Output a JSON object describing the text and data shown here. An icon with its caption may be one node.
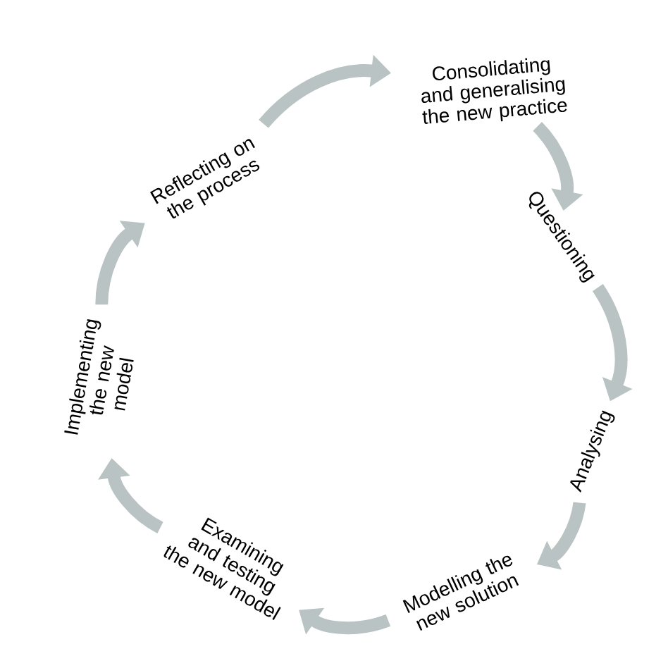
{
  "diagram": {
    "nodes": [
      {
        "text": [
          "Questioning"
        ]
      },
      {
        "text": [
          "Analysing"
        ]
      },
      {
        "text": [
          "Modelling the new solution"
        ]
      },
      {
        "text": [
          "Examining and testing the new model"
        ]
      },
      {
        "text": [
          "Implementing the new model"
        ]
      },
      {
        "text": [
          "Reflecting on the process"
        ]
      },
      {
        "text": [
          "Consolidating and generalising the new practice"
        ]
      }
    ],
    "edges": [
      {
        "from": 0,
        "to": 1,
        "arrow": "to"
      },
      {
        "from": 1,
        "to": 2,
        "arrow": "to"
      },
      {
        "from": 2,
        "to": 3,
        "arrow": "to"
      },
      {
        "from": 3,
        "to": 4,
        "arrow": "to"
      },
      {
        "from": 4,
        "to": 5,
        "arrow": "to"
      },
      {
        "from": 5,
        "to": 6,
        "arrow": "to"
      },
      {
        "from": 6,
        "to": 0,
        "arrow": "to"
      }
    ]
  }
}
